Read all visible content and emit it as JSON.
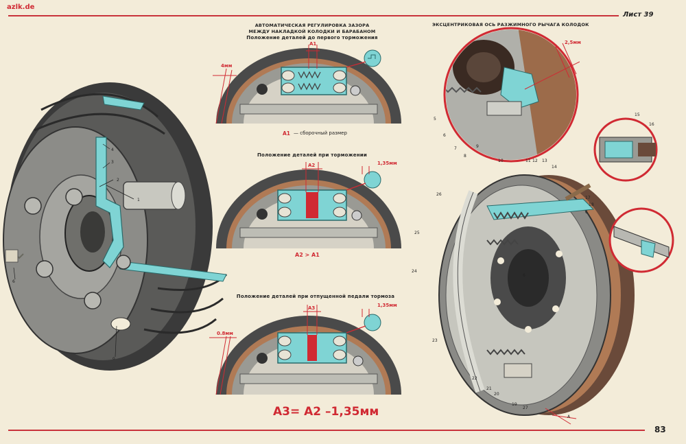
{
  "page": {
    "watermark": "azlk.de",
    "sheet_label": "Лист 39",
    "page_number": "83"
  },
  "middle": {
    "title_line1": "АВТОМАТИЧЕСКАЯ РЕГУЛИРОВКА ЗАЗОРА",
    "title_line2": "МЕЖДУ НАКЛАДКОЙ КОЛОДКИ И БАРАБАНОМ",
    "title_line3": "Положение деталей до первого торможения",
    "fig1_dim": "4мм",
    "fig1_a": "A1",
    "fig1_note_symbol": "A1",
    "fig1_note_text": "— сборочный размер",
    "fig2_title": "Положение деталей при торможении",
    "fig2_dim": "1,35мм",
    "fig2_a": "A2",
    "fig2_relation": "A2 > A1",
    "fig3_title": "Положение деталей при отпущенной педали тормоза",
    "fig3_dim_left": "0.8мм",
    "fig3_dim_right": "1,35мм",
    "fig3_a": "A3",
    "formula": "A3= A2 –1,35мм"
  },
  "right": {
    "title": "ЭКСЦЕНТРИКОВАЯ ОСЬ РАЗЖИМНОГО РЫЧАГА КОЛОДОК",
    "dim": "2,5мм",
    "bottom_marker": "A"
  },
  "labels": {
    "left": [
      "1",
      "2",
      "3",
      "4",
      "6",
      "о"
    ],
    "top_right": [
      "5",
      "6",
      "7",
      "8",
      "9",
      "10"
    ],
    "right": [
      "11",
      "12",
      "13",
      "14",
      "15",
      "16",
      "17",
      "18",
      "6",
      "6",
      "19",
      "20",
      "21",
      "22",
      "23",
      "24",
      "25",
      "26",
      "27"
    ]
  },
  "colors": {
    "accent_red": "#d02a33",
    "cyan": "#7fd4d4",
    "paper": "#f3ecd9",
    "metal_dark": "#4a4a4a",
    "metal_mid": "#8a8a86",
    "lining": "#b07a55"
  }
}
